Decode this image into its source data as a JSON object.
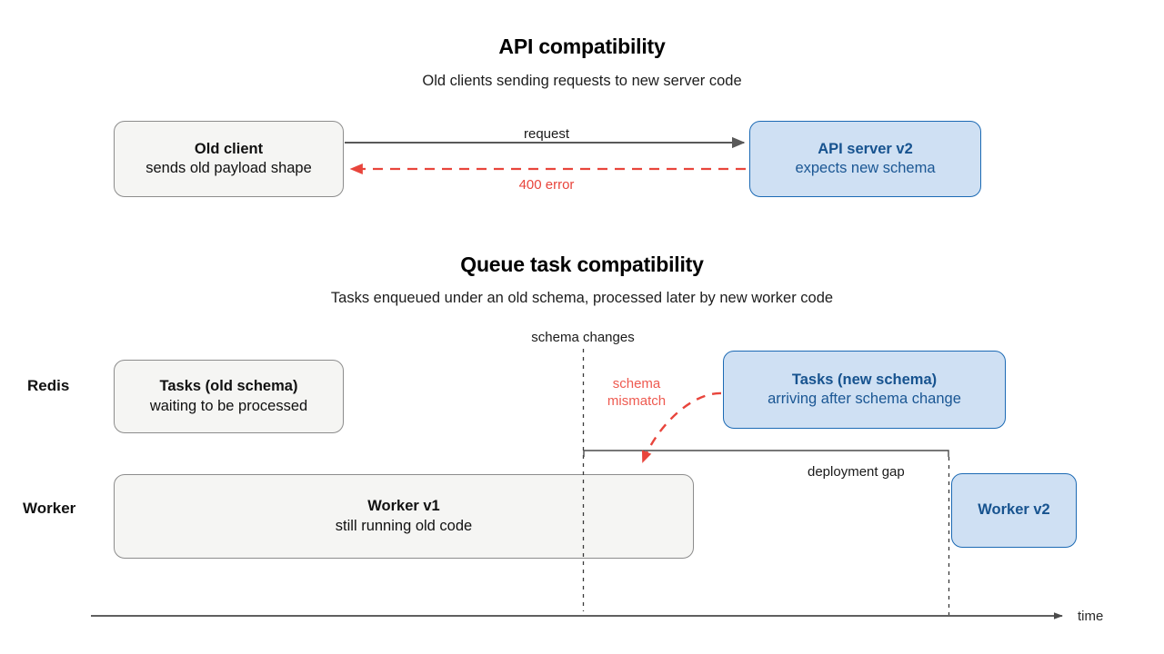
{
  "sections": [
    {
      "title": "API compatibility",
      "subtitle": "Old clients sending requests to new server code",
      "nodes": {
        "client": {
          "title": "Old client",
          "detail": "sends old payload shape"
        },
        "server": {
          "title": "API server v2",
          "detail": "expects new schema"
        }
      },
      "edges": {
        "request": "request",
        "error": "400 error"
      }
    },
    {
      "title": "Queue task compatibility",
      "subtitle": "Tasks enqueued under an old schema, processed later by new worker code",
      "rows": {
        "redis": "Redis",
        "worker": "Worker"
      },
      "nodes": {
        "old_tasks": {
          "title": "Tasks (old schema)",
          "detail": "waiting to be processed"
        },
        "new_tasks": {
          "title": "Tasks (new schema)",
          "detail": "arriving after schema change"
        },
        "worker_v1": {
          "title": "Worker v1",
          "detail": "still running old code"
        },
        "worker_v2": {
          "title": "Worker v2",
          "detail": ""
        }
      },
      "markers": {
        "schema_change": "schema changes",
        "deployment_gap": "deployment gap",
        "mismatch_line1": "schema",
        "mismatch_line2": "mismatch"
      },
      "axis": {
        "label": "time"
      }
    }
  ],
  "colors": {
    "neutral_fill": "#f5f5f3",
    "neutral_stroke": "#8c8c8c",
    "blue_fill": "#cfe0f3",
    "blue_stroke": "#1c6ab4",
    "blue_text": "#17538f",
    "red": "#e8453c",
    "gray_line": "#595959"
  }
}
